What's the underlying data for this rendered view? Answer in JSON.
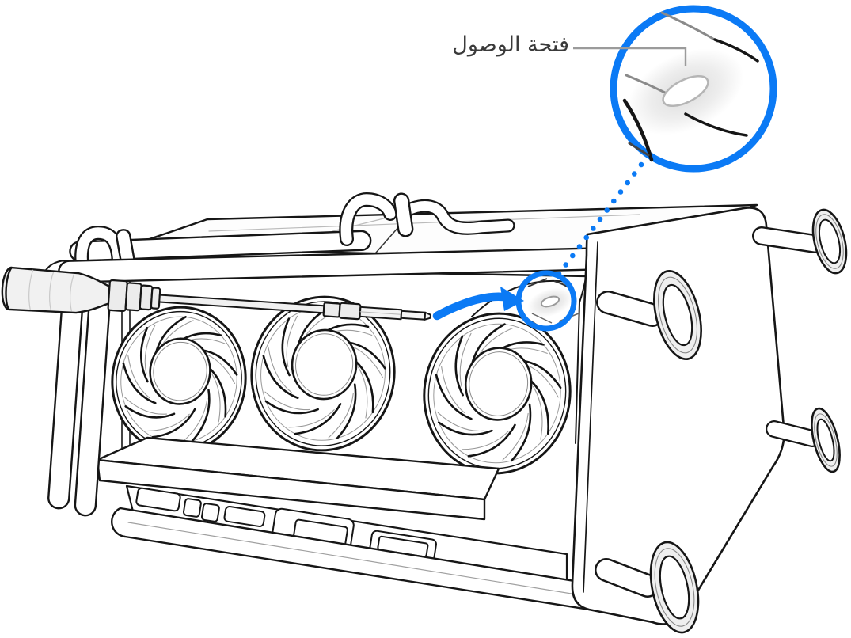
{
  "callout": {
    "label": "فتحة الوصول",
    "target_name": "access-hole"
  },
  "colors": {
    "accent_blue": "#0B7AF5",
    "outline_dark": "#161616",
    "outline_gray": "#8E8E8E",
    "callout_line_gray": "#9B9B9B",
    "label_text": "#3A3A3A",
    "fill_light_gray": "#F1F1F1",
    "page_background": "#FFFFFF"
  },
  "illustration": {
    "subject": "mac-pro-on-its-side",
    "fan_count": 3,
    "feet_count": 4,
    "tool": "flathead-screwdriver",
    "magnifier_shows": "access-hole-detail",
    "annotations": [
      "magnifier-circle",
      "dotted-connector",
      "target-circle",
      "direction-arrow",
      "callout-line"
    ]
  }
}
